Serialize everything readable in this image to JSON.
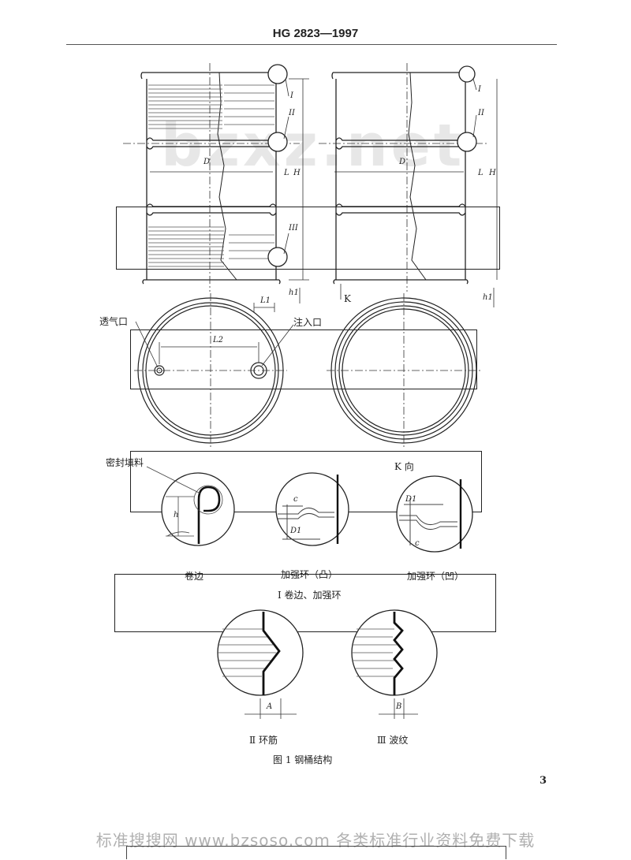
{
  "header": {
    "standard_code": "HG 2823—1997"
  },
  "watermark": "bzxz.net",
  "drum_labels": {
    "diameter": "D",
    "height_l": "L",
    "height_h": "H",
    "chime_height": "h1",
    "chime_height_right": "h1",
    "view_k": "K",
    "detail_i": "I",
    "detail_ii": "II",
    "detail_iii": "III",
    "detail_i_right": "I",
    "detail_ii_right": "II"
  },
  "top_view": {
    "vent_label": "透气口",
    "fill_label": "注入口",
    "l1": "L1",
    "l2": "L2",
    "k_view_label": "K 向"
  },
  "details": {
    "seal_label": "密封填料",
    "h_label": "h",
    "c_label": "c",
    "d1_label": "D1",
    "c_label_2": "c",
    "d1_label_2": "D1",
    "curl_caption": "卷边",
    "ring_convex_caption": "加强环（凸）",
    "ring_concave_caption": "加强环（凹）",
    "group_i_caption": "I  卷边、加强环",
    "a_label": "A",
    "b_label": "B",
    "rib_caption": "Ⅱ  环筋",
    "corrugation_caption": "Ⅲ  波纹"
  },
  "figure_caption": "图 1    钢桶结构",
  "page_number": "3",
  "footer": "标准搜搜网  www.bzsoso.com  各类标准行业资料免费下载"
}
